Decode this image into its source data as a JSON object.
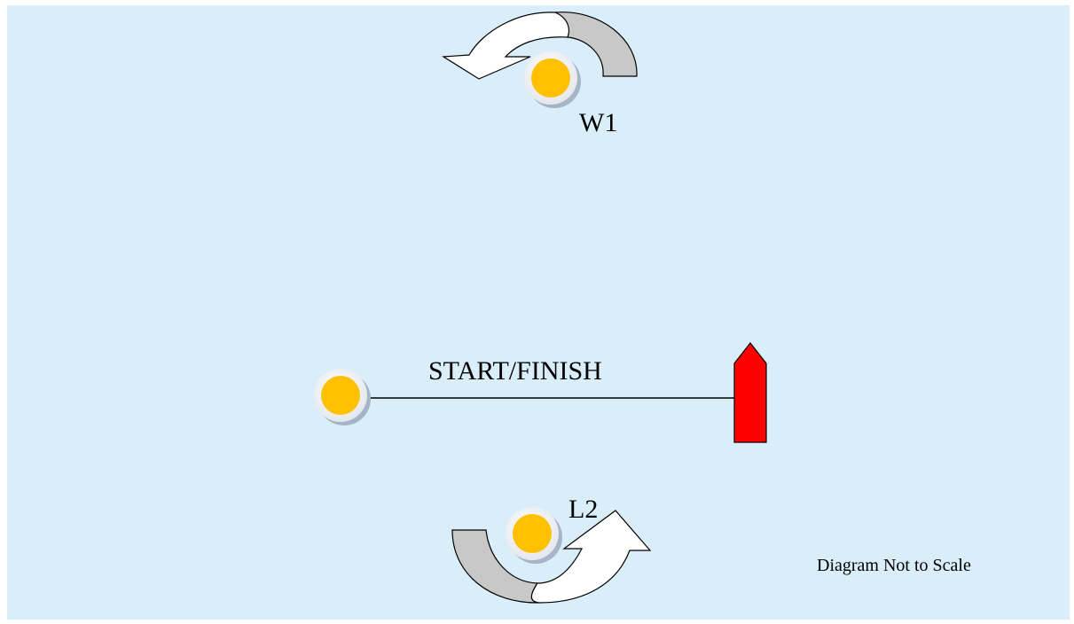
{
  "diagram": {
    "marks": {
      "windward": {
        "label": "W1"
      },
      "leeward": {
        "label": "L2"
      },
      "start_pin": {
        "label": ""
      }
    },
    "start_finish_line": {
      "label": "START/FINISH"
    },
    "committee_boat": {
      "label": ""
    },
    "note": "Diagram Not to Scale"
  },
  "colors": {
    "water": "#d9eef9",
    "mark_fill": "#ffc000",
    "mark_ring": "#f2f2f2",
    "mark_shadow": "#a6b4c8",
    "committee_boat": "#ff0000",
    "arrow_white": "#ffffff",
    "arrow_gray": "#c8c8c8",
    "outline": "#000000"
  }
}
